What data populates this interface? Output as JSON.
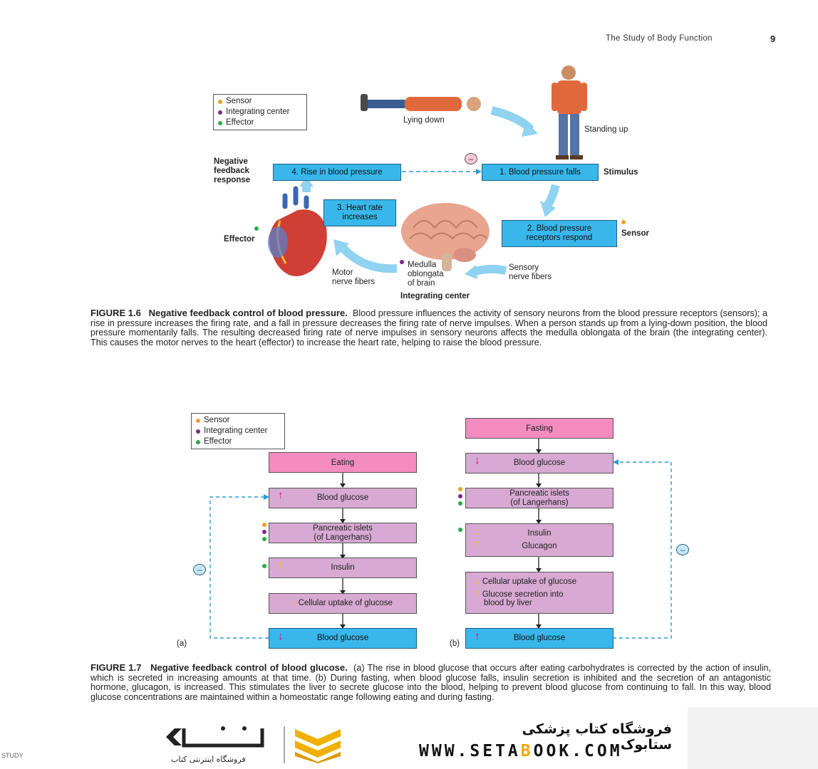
{
  "header": {
    "running_title": "The Study of Body Function",
    "page_number": "9"
  },
  "legend": {
    "sensor": "Sensor",
    "integrating_center": "Integrating center",
    "effector": "Effector"
  },
  "fig16": {
    "lying_down": "Lying down",
    "standing_up": "Standing up",
    "box1": "1. Blood pressure falls",
    "stimulus": "Stimulus",
    "box2_line1": "2. Blood pressure",
    "box2_line2": "receptors respond",
    "sensor": "Sensor",
    "sensory_line1": "Sensory",
    "sensory_line2": "nerve fibers",
    "medulla_line1": "Medulla",
    "medulla_line2": "oblongata",
    "medulla_line3": "of brain",
    "integrating_center": "Integrating center",
    "box3_line1": "3. Heart rate",
    "box3_line2": "increases",
    "motor_line1": "Motor",
    "motor_line2": "nerve fibers",
    "effector": "Effector",
    "box4": "4. Rise in blood pressure",
    "nfr_line1": "Negative",
    "nfr_line2": "feedback",
    "nfr_line3": "response",
    "minus": "–",
    "caption_label": "FIGURE 1.6",
    "caption_title": "Negative feedback control of blood pressure.",
    "caption_body": "Blood pressure influences the activity of sensory neurons from the blood pressure receptors (sensors); a rise in pressure increases the firing rate, and a fall in pressure decreases the firing rate of nerve impulses. When a person stands up from a lying-down position, the blood pressure momentarily falls. The resulting decreased firing rate of nerve impulses in sensory neurons affects the medulla oblongata of the brain (the integrating center). This causes the motor nerves to the heart (effector) to increase the heart rate, helping to raise the blood pressure."
  },
  "fig17a": {
    "eating": "Eating",
    "blood_glucose_up": "Blood glucose",
    "islets_line1": "Pancreatic islets",
    "islets_line2": "(of Langerhans)",
    "insulin": "Insulin",
    "uptake": "Cellular uptake of glucose",
    "blood_glucose_down": "Blood glucose",
    "panel_label": "(a)",
    "minus": "–",
    "up_arrow": "↑",
    "down_arrow": "↓"
  },
  "fig17b": {
    "fasting": "Fasting",
    "blood_glucose_down": "Blood glucose",
    "islets_line1": "Pancreatic islets",
    "islets_line2": "(of Langerhans)",
    "insulin": "Insulin",
    "glucagon": "Glucagon",
    "uptake": "Cellular uptake of glucose",
    "secretion_line1": "Glucose secretion into",
    "secretion_line2": "blood by liver",
    "blood_glucose_up": "Blood glucose",
    "panel_label": "(b)",
    "minus": "–",
    "up_arrow": "↑",
    "down_arrow": "↓"
  },
  "fig17_caption": {
    "label": "FIGURE 1.7",
    "title": "Negative feedback control of blood glucose.",
    "body": "(a) The rise in blood glucose that occurs after eating carbohydrates is corrected by the action of insulin, which is secreted in increasing amounts at that time. (b) During fasting, when blood glucose falls, insulin secretion is inhibited and the secretion of an antagonistic hormone, glucagon, is increased. This stimulates the liver to secrete glucose into the blood, helping to prevent blood glucose from continuing to fall. In this way, blood glucose concentrations are maintained within a homeostatic range following eating and during fasting."
  },
  "ad": {
    "logo_latin": "STUDY",
    "persian_title": "فروشگاه کتاب پزشکی ستابوک",
    "url_pre": "WWW.SETA",
    "url_o": "B",
    "url_post": "OOK.COM",
    "logo_persian_sub": "فروشگاه اینترنتی کتاب"
  },
  "colors": {
    "cyan_box": "#39b7ea",
    "purple_box": "#d7a9d3",
    "pink_box": "#f48cc0",
    "arrow_cyan": "#8fd3f0"
  }
}
